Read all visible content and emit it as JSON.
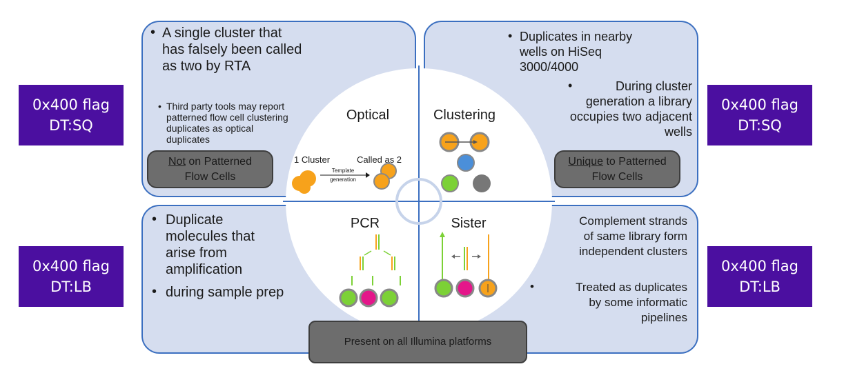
{
  "flags": {
    "top_left": {
      "line1": "0x400 flag",
      "line2": "DT:SQ"
    },
    "top_right": {
      "line1": "0x400 flag",
      "line2": "DT:SQ"
    },
    "bottom_left": {
      "line1": "0x400 flag",
      "line2": "DT:LB"
    },
    "bottom_right": {
      "line1": "0x400 flag",
      "line2": "DT:LB"
    }
  },
  "optical_panel": {
    "bullet": "•",
    "main_lines": [
      "A single cluster that",
      "has falsely been called",
      "as two by RTA"
    ],
    "sub_lines": [
      "Third party tools may report",
      "patterned flow cell clustering",
      "duplicates as optical",
      "duplicates"
    ],
    "note_underlined": "Not",
    "note_rest": " on Patterned",
    "note_line2": "Flow Cells"
  },
  "clustering_panel": {
    "bullet": "•",
    "lines1": [
      "Duplicates in nearby",
      "wells on HiSeq",
      "3000/4000"
    ],
    "lines2": [
      "During cluster",
      "generation a library",
      "occupies two adjacent",
      "wells"
    ],
    "note_underlined": "Unique",
    "note_rest": " to Patterned",
    "note_line2": "Flow Cells"
  },
  "pcr_panel": {
    "bullet": "•",
    "lines1": [
      "Duplicate",
      "molecules that",
      "arise from",
      "amplification"
    ],
    "line2": "during sample prep"
  },
  "sister_panel": {
    "bullet": "•",
    "lines1": [
      "Complement strands",
      "of same library form",
      "independent clusters"
    ],
    "lines2": [
      "Treated as duplicates",
      "by some informatic",
      "pipelines"
    ]
  },
  "bottom_note": "Present on all Illumina platforms",
  "circle": {
    "optical_title": "Optical",
    "clustering_title": "Clustering",
    "pcr_title": "PCR",
    "sister_title": "Sister",
    "one_cluster": "1 Cluster",
    "called_as_2": "Called as 2",
    "template_line1": "Template",
    "template_line2": "generation"
  },
  "colors": {
    "panel_fill": "#d5ddef",
    "panel_border": "#3b6fc0",
    "flag_fill": "#4b0fa0",
    "orange": "#f7a21b",
    "blue": "#4b8fd9",
    "green": "#7cd136",
    "magenta": "#e4168a",
    "gray": "#777777"
  }
}
